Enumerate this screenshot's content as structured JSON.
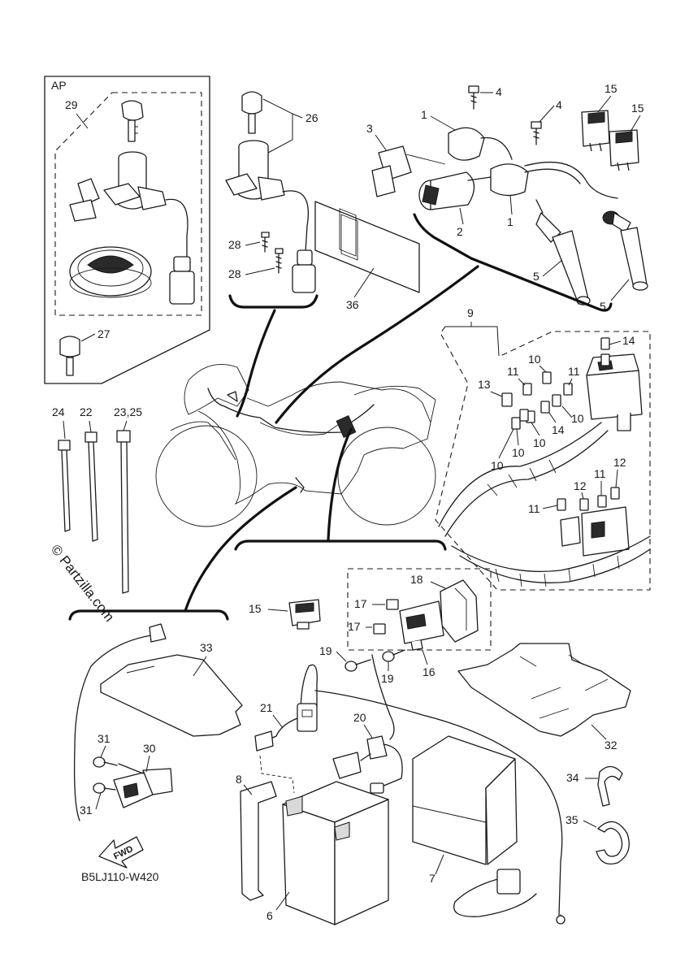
{
  "diagram": {
    "ap_label": "AP",
    "watermark": "© Partzilla.com",
    "fwd_label": "FWD",
    "diagram_code": "B5LJ110-W420",
    "callouts": {
      "c1a": "1",
      "c1b": "1",
      "c2": "2",
      "c3": "3",
      "c4a": "4",
      "c4b": "4",
      "c5a": "5",
      "c5b": "5",
      "c6": "6",
      "c7": "7",
      "c8": "8",
      "c9": "9",
      "c10a": "10",
      "c10b": "10",
      "c10c": "10",
      "c10d": "10",
      "c10e": "10",
      "c11a": "11",
      "c11b": "11",
      "c11c": "11",
      "c11d": "11",
      "c12a": "12",
      "c12b": "12",
      "c13": "13",
      "c14a": "14",
      "c14b": "14",
      "c15a": "15",
      "c15b": "15",
      "c15c": "15",
      "c16": "16",
      "c17a": "17",
      "c17b": "17",
      "c18": "18",
      "c19a": "19",
      "c19b": "19",
      "c20": "20",
      "c21": "21",
      "c22": "22",
      "c2325": "23,25",
      "c24": "24",
      "c26": "26",
      "c27": "27",
      "c28a": "28",
      "c28b": "28",
      "c29": "29",
      "c30": "30",
      "c31a": "31",
      "c31b": "31",
      "c32": "32",
      "c33": "33",
      "c34": "34",
      "c35": "35",
      "c36": "36"
    }
  }
}
